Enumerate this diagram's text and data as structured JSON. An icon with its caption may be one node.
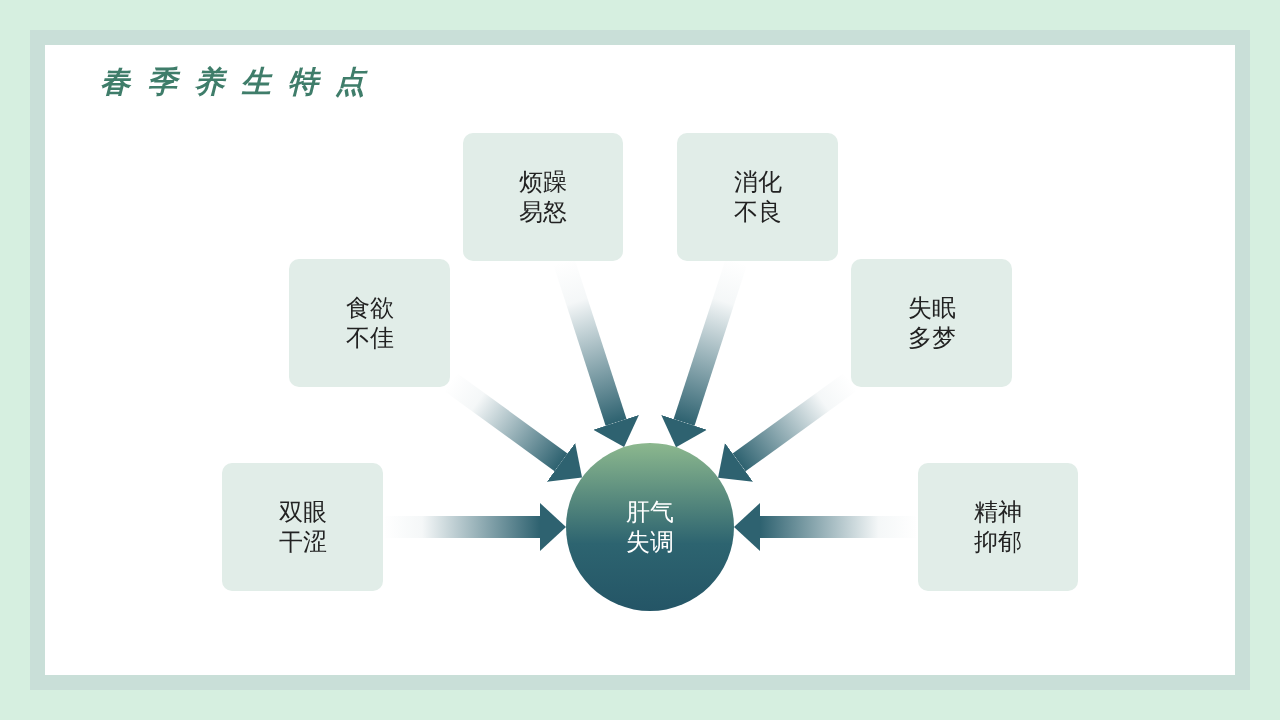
{
  "diagram": {
    "title": "春季养生特点",
    "nodes": [
      {
        "text": [
          "烦躁易怒"
        ]
      },
      {
        "text": [
          "消化不良"
        ]
      },
      {
        "text": [
          "食欲不佳"
        ]
      },
      {
        "text": [
          "失眠多梦"
        ]
      },
      {
        "text": [
          "双眼干涩"
        ]
      },
      {
        "text": [
          "肝气失调"
        ]
      },
      {
        "text": [
          "精神抑郁"
        ]
      }
    ],
    "edges": [
      {
        "from": 0,
        "to": 5,
        "arrow": "to"
      },
      {
        "from": 1,
        "to": 5,
        "arrow": "to"
      },
      {
        "from": 2,
        "to": 5,
        "arrow": "to"
      },
      {
        "from": 3,
        "to": 5,
        "arrow": "to"
      },
      {
        "from": 4,
        "to": 5,
        "arrow": "to"
      },
      {
        "from": 6,
        "to": 5,
        "arrow": "to"
      }
    ]
  }
}
